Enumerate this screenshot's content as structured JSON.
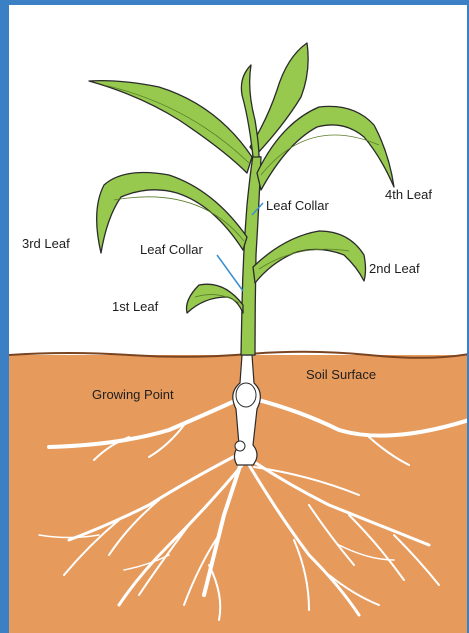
{
  "labels": {
    "leaf_4": "4th Leaf",
    "leaf_3": "3rd Leaf",
    "leaf_2": "2nd Leaf",
    "leaf_1": "1st Leaf",
    "collar_upper": "Leaf Collar",
    "collar_lower": "Leaf Collar",
    "soil_surface": "Soil Surface",
    "growing_point": "Growing Point"
  },
  "colors": {
    "leaf": "#96c94e",
    "stroke": "#2b2b2b",
    "soil": "#e69a5c",
    "root": "#ffffff",
    "pointer": "#3b8fd0",
    "frame": "#3b7fc4"
  }
}
